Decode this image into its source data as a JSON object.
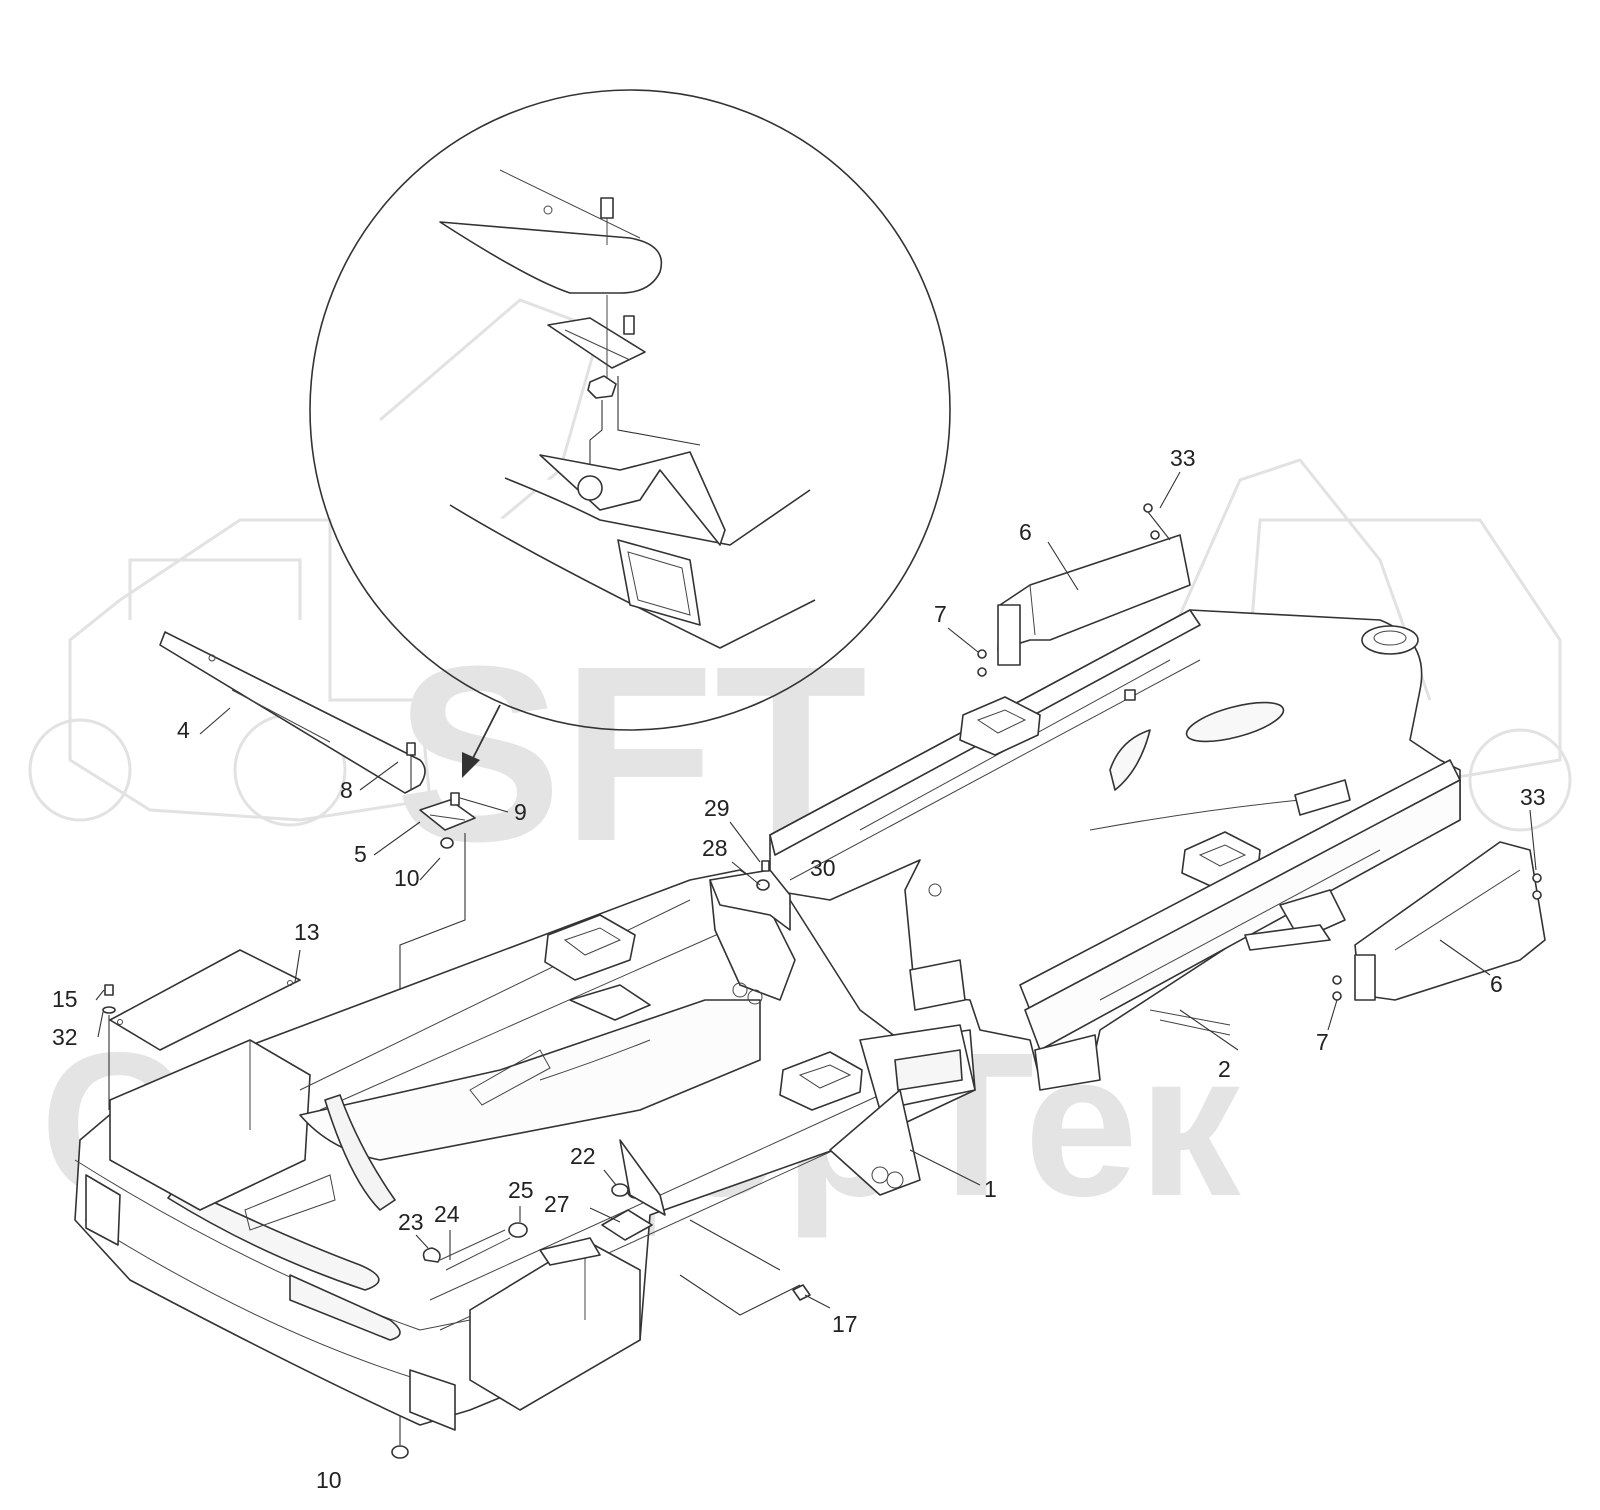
{
  "watermark": {
    "logo_text": "SFT",
    "brand_text": "СкандорТек"
  },
  "callouts": [
    {
      "id": "c33a",
      "label": "33"
    },
    {
      "id": "c6a",
      "label": "6"
    },
    {
      "id": "c7a",
      "label": "7"
    },
    {
      "id": "c4",
      "label": "4"
    },
    {
      "id": "c8",
      "label": "8"
    },
    {
      "id": "c9",
      "label": "9"
    },
    {
      "id": "c5",
      "label": "5"
    },
    {
      "id": "c10a",
      "label": "10"
    },
    {
      "id": "c29",
      "label": "29"
    },
    {
      "id": "c28",
      "label": "28"
    },
    {
      "id": "c30",
      "label": "30"
    },
    {
      "id": "c33b",
      "label": "33"
    },
    {
      "id": "c6b",
      "label": "6"
    },
    {
      "id": "c7b",
      "label": "7"
    },
    {
      "id": "c2",
      "label": "2"
    },
    {
      "id": "c13",
      "label": "13"
    },
    {
      "id": "c15",
      "label": "15"
    },
    {
      "id": "c32",
      "label": "32"
    },
    {
      "id": "c1",
      "label": "1"
    },
    {
      "id": "c22",
      "label": "22"
    },
    {
      "id": "c25",
      "label": "25"
    },
    {
      "id": "c27",
      "label": "27"
    },
    {
      "id": "c23",
      "label": "23"
    },
    {
      "id": "c24",
      "label": "24"
    },
    {
      "id": "c17",
      "label": "17"
    },
    {
      "id": "c10b",
      "label": "10"
    }
  ]
}
